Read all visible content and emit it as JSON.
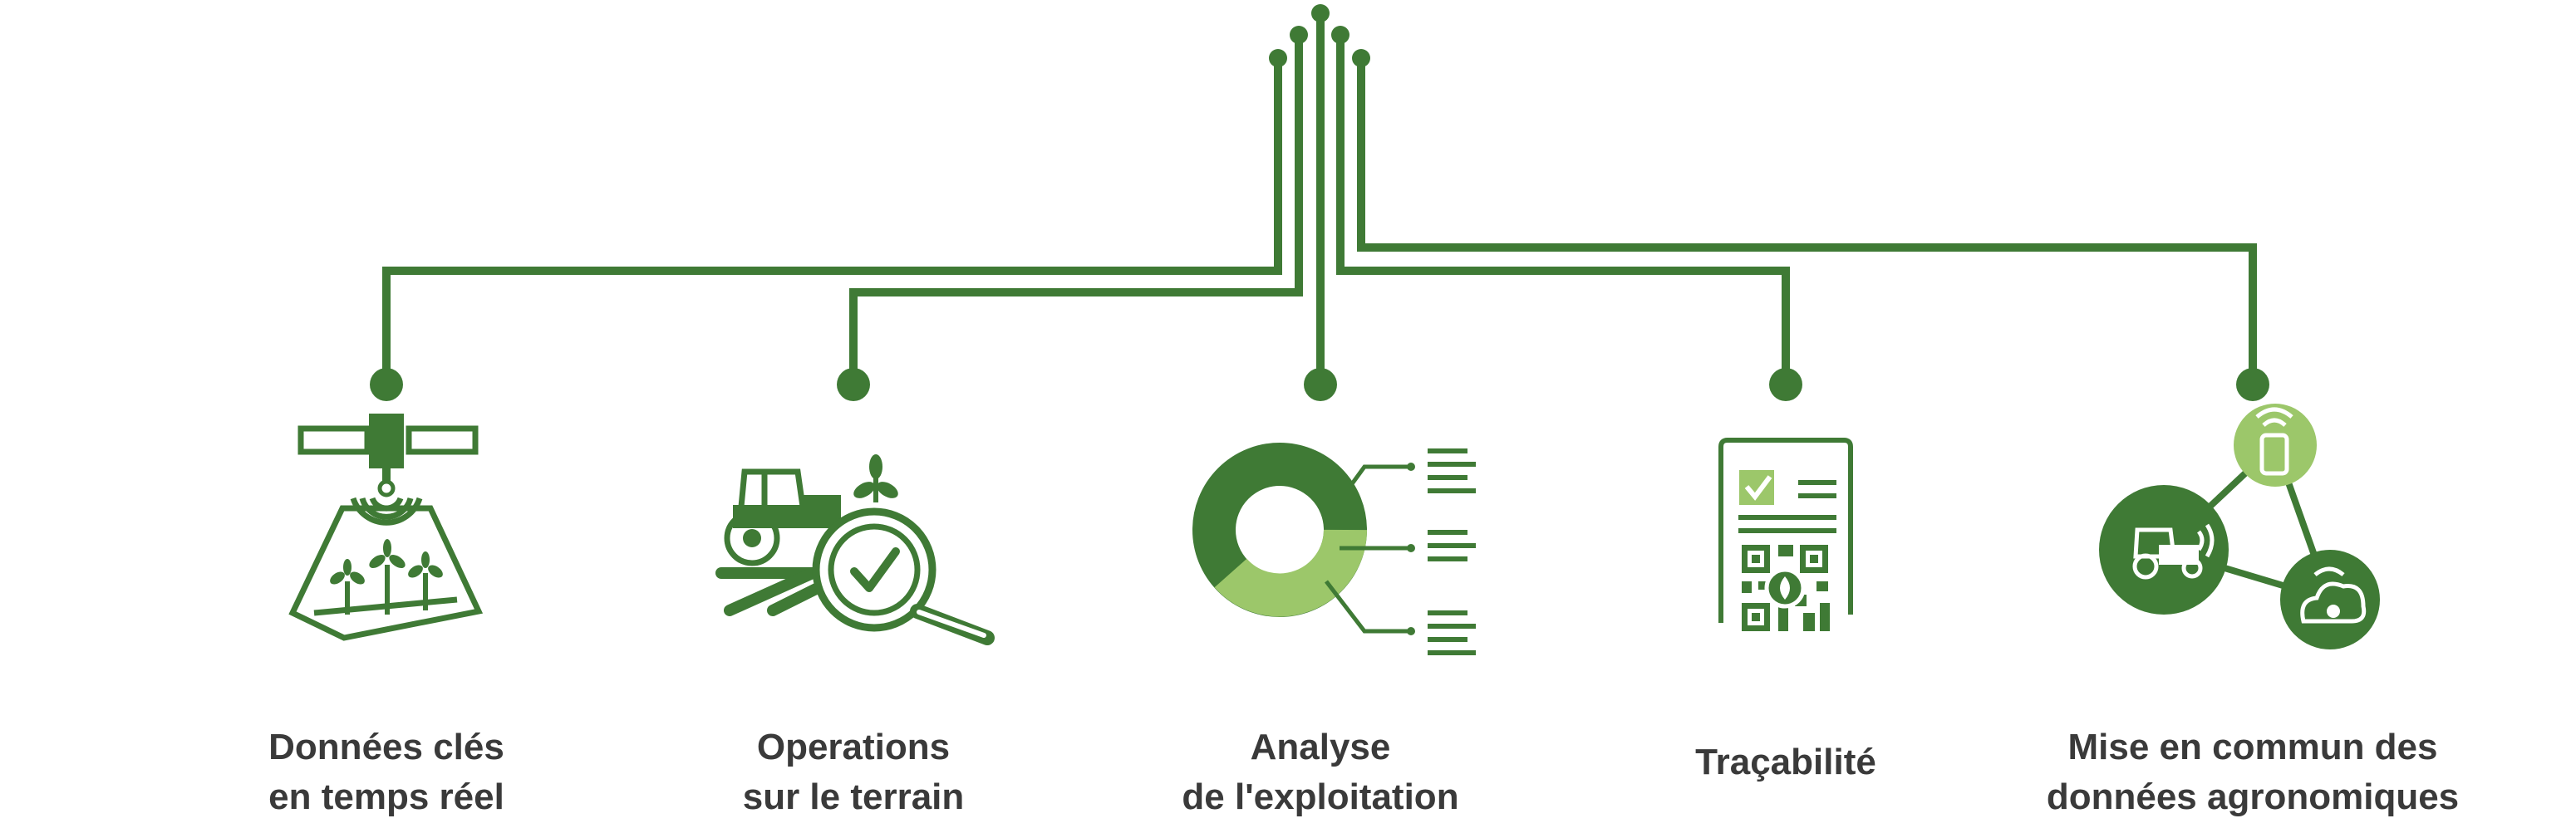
{
  "colors": {
    "dark_green": "#3f7a35",
    "light_green": "#9cc76a",
    "text": "#3a3a3a"
  },
  "items": [
    {
      "icon": "satellite-field-icon",
      "label_lines": [
        "Données clés",
        "en temps réel"
      ]
    },
    {
      "icon": "tractor-inspection-icon",
      "label_lines": [
        "Operations",
        "sur le terrain"
      ]
    },
    {
      "icon": "donut-chart-icon",
      "label_lines": [
        "Analyse",
        "de l'exploitation"
      ]
    },
    {
      "icon": "qr-document-icon",
      "label_lines": [
        "Traçabilité"
      ]
    },
    {
      "icon": "connected-network-icon",
      "label_lines": [
        "Mise en commun des",
        "données agronomiques"
      ]
    }
  ]
}
